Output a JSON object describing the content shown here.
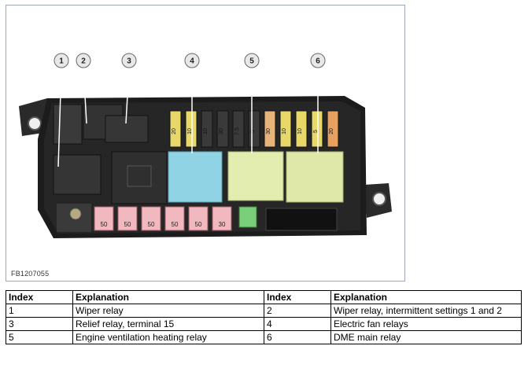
{
  "figure": {
    "code": "FB1207055",
    "callouts": [
      "1",
      "2",
      "3",
      "4",
      "5",
      "6"
    ],
    "small_fuse_labels": [
      "20",
      "10",
      "10",
      "30",
      "7.5",
      "5",
      "30",
      "10",
      "10",
      "5",
      "20"
    ],
    "large_fuse_labels": [
      "50",
      "50",
      "50",
      "50",
      "50",
      "30"
    ]
  },
  "legend": {
    "headers": [
      "Index",
      "Explanation",
      "Index",
      "Explanation"
    ],
    "rows": [
      [
        "1",
        "Wiper relay",
        "2",
        "Wiper relay, intermittent settings 1 and 2"
      ],
      [
        "3",
        "Relief relay, terminal 15",
        "4",
        "Electric fan relays"
      ],
      [
        "5",
        "Engine ventilation heating relay",
        "6",
        "DME main relay"
      ]
    ]
  }
}
